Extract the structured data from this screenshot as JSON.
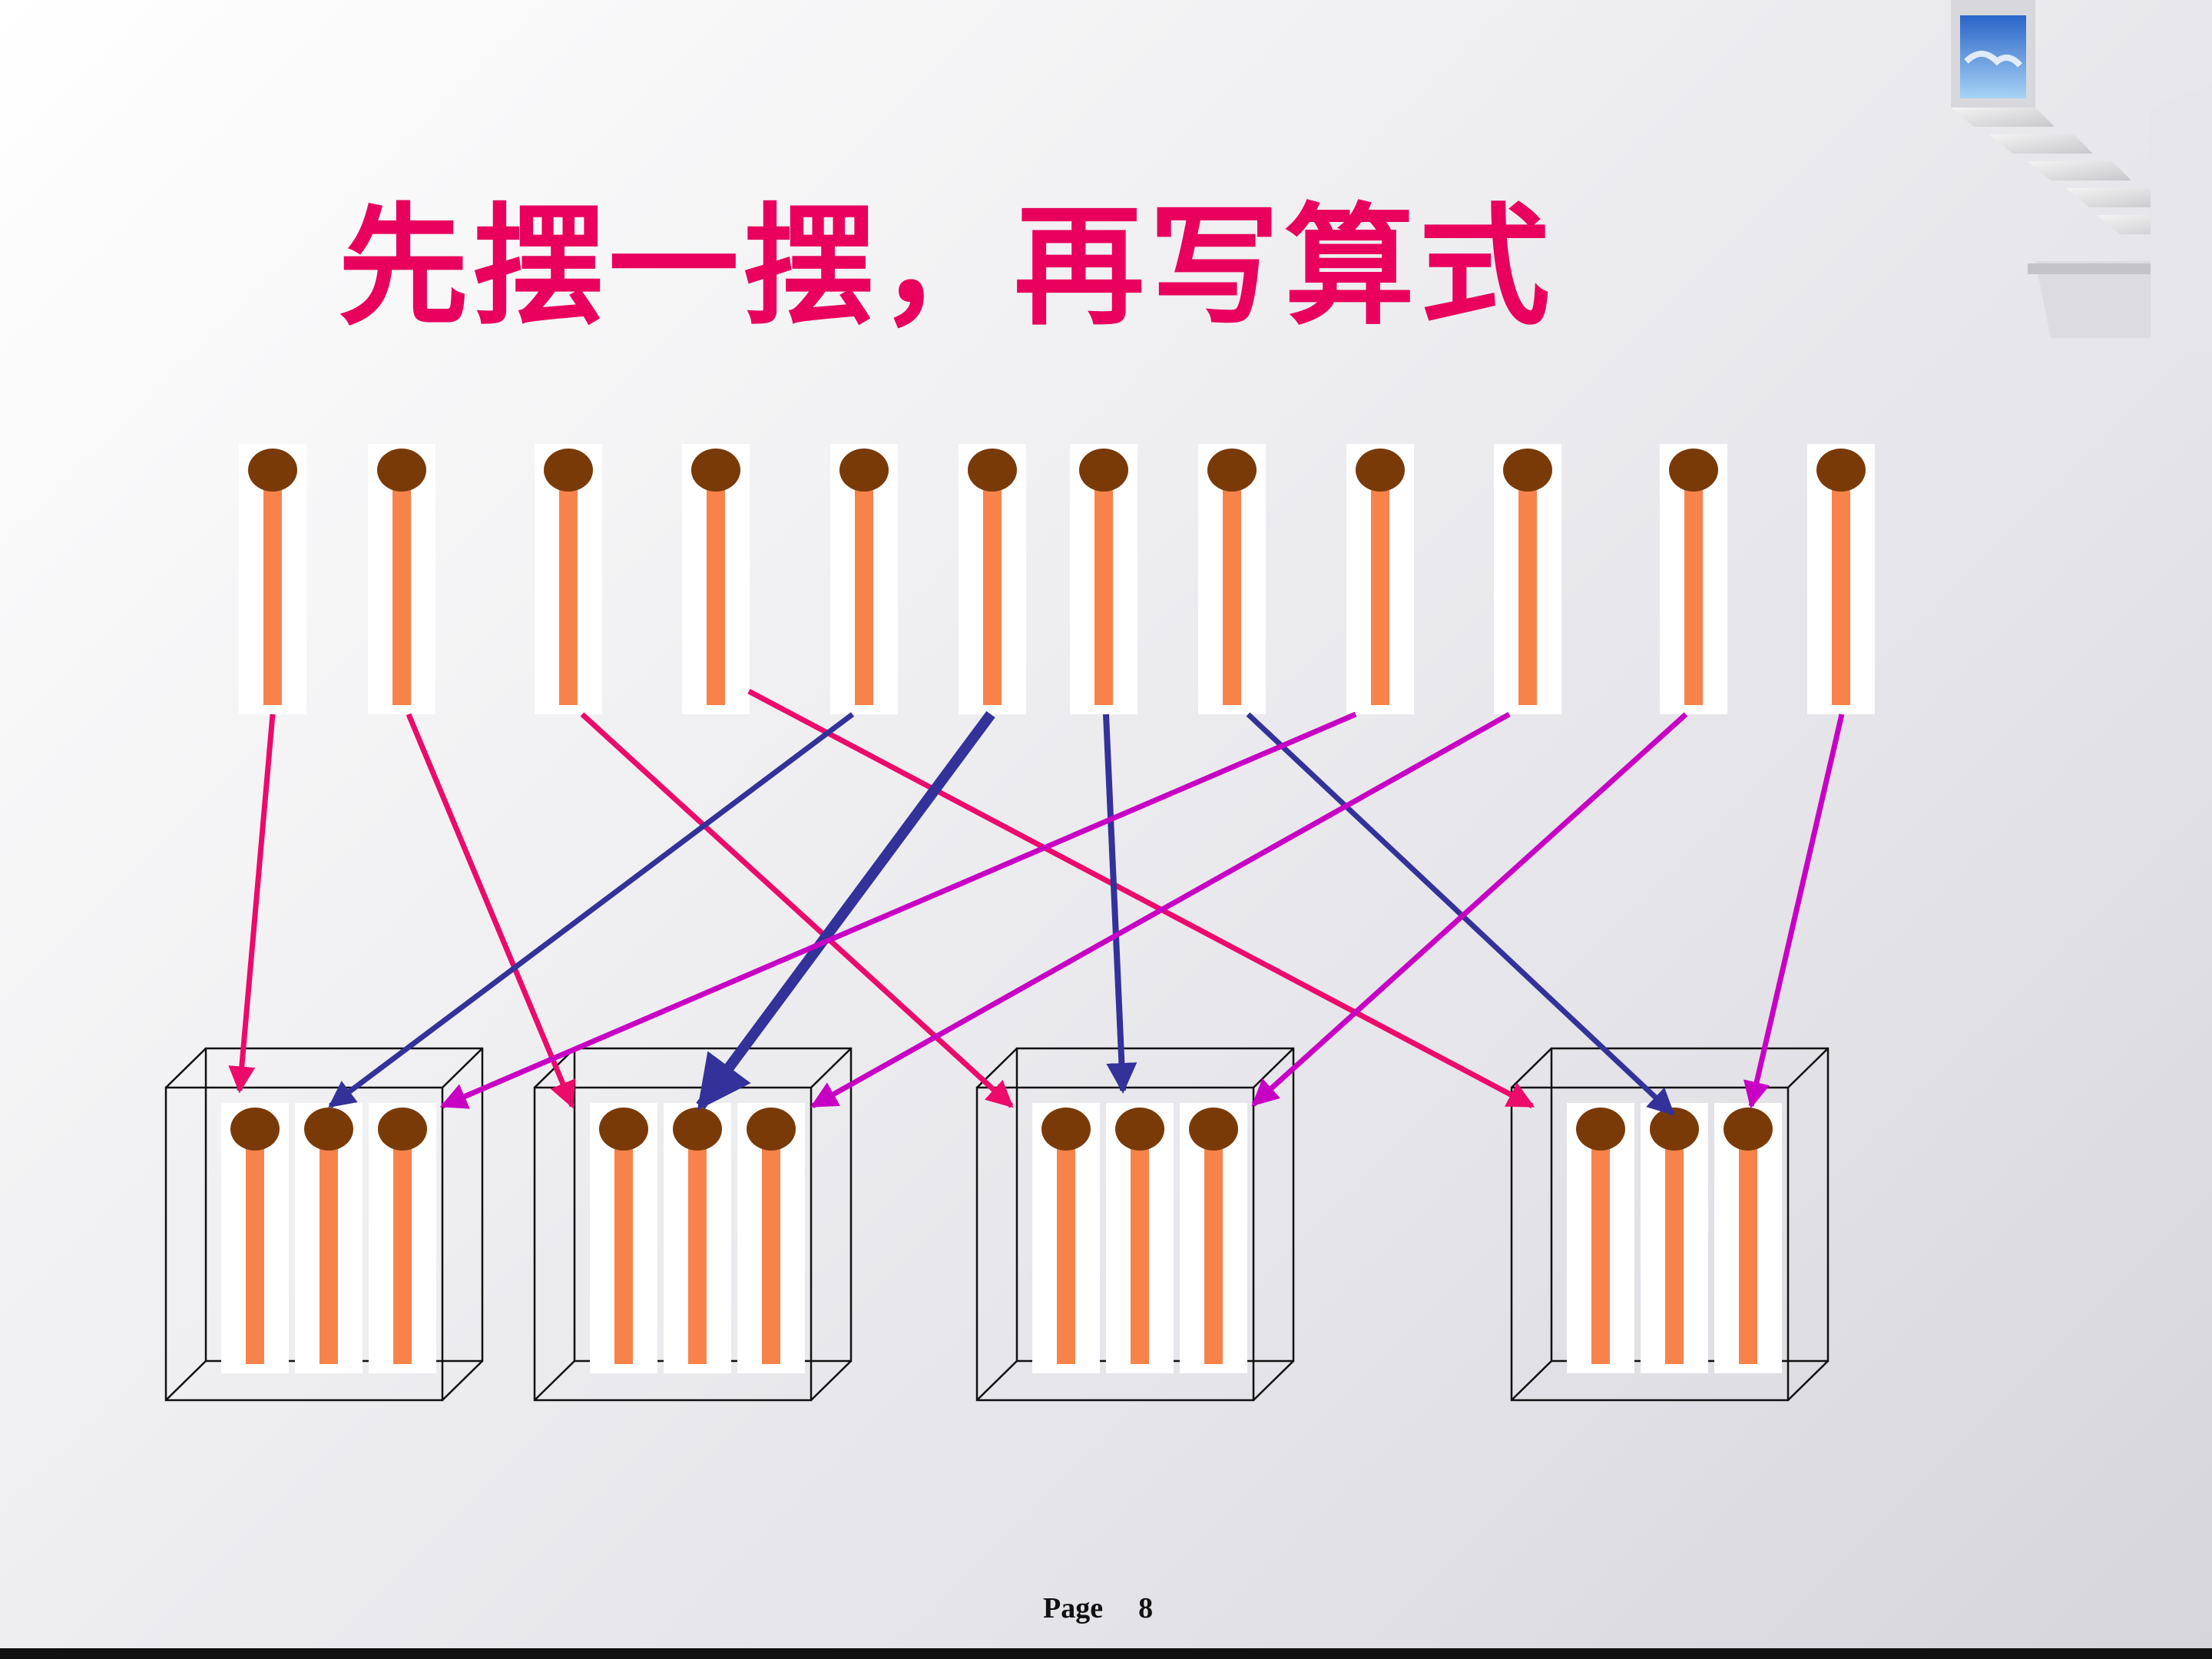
{
  "title": "先摆一摆，再写算式",
  "footer": {
    "label": "Page",
    "number": "8"
  },
  "colors": {
    "title": "#e8005c",
    "match_head": "#7a3a08",
    "match_stick": "#f7834a",
    "arrow_red": "#ec0a6a",
    "arrow_blue": "#32329a",
    "arrow_purple": "#c800c4",
    "box_line": "#111111"
  },
  "diagram": {
    "top_matches": 12,
    "boxes": [
      {
        "matches": 3,
        "incoming": [
          "red",
          "blue",
          "purple"
        ]
      },
      {
        "matches": 3,
        "incoming": [
          "red",
          "blue",
          "purple"
        ]
      },
      {
        "matches": 3,
        "incoming": [
          "red",
          "blue",
          "purple"
        ]
      },
      {
        "matches": 3,
        "incoming": [
          "red",
          "blue",
          "purple"
        ]
      }
    ]
  },
  "decoration": {
    "corner_image": "staircase-window-icon"
  }
}
